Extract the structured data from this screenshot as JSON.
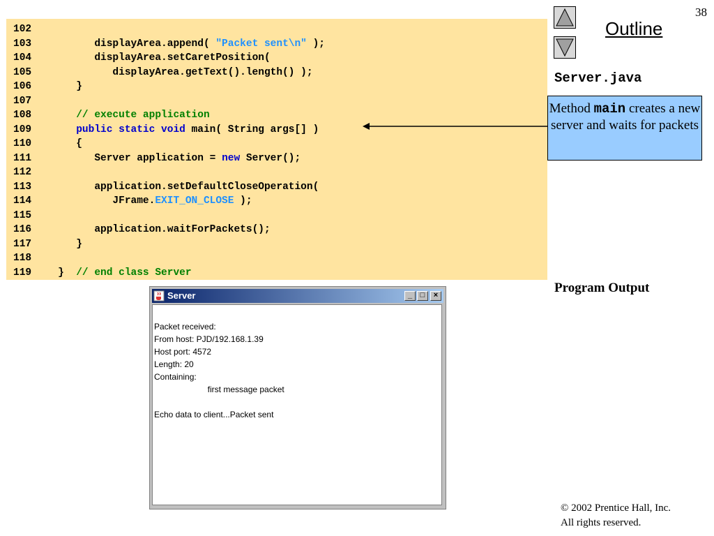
{
  "slide": {
    "page_number": "38",
    "outline_label": "Outline",
    "file_name": "Server.java",
    "program_output_label": "Program Output",
    "copyright_line1": "© 2002 Prentice Hall, Inc.",
    "copyright_line2": "All rights reserved."
  },
  "callout": {
    "text_before": "Method ",
    "code": "main",
    "text_after": " creates a new server and waits for packets"
  },
  "code_lines": [
    {
      "num": "102",
      "indent": "",
      "parts": []
    },
    {
      "num": "103",
      "indent": "         ",
      "parts": [
        {
          "t": "n",
          "s": "displayArea.append( "
        },
        {
          "t": "st",
          "s": "\"Packet sent\\n\""
        },
        {
          "t": "n",
          "s": " );"
        }
      ]
    },
    {
      "num": "104",
      "indent": "         ",
      "parts": [
        {
          "t": "n",
          "s": "displayArea.setCaretPosition("
        }
      ]
    },
    {
      "num": "105",
      "indent": "            ",
      "parts": [
        {
          "t": "n",
          "s": "displayArea.getText().length() );"
        }
      ]
    },
    {
      "num": "106",
      "indent": "      ",
      "parts": [
        {
          "t": "n",
          "s": "}"
        }
      ]
    },
    {
      "num": "107",
      "indent": "",
      "parts": []
    },
    {
      "num": "108",
      "indent": "      ",
      "parts": [
        {
          "t": "cm",
          "s": "// execute application"
        }
      ]
    },
    {
      "num": "109",
      "indent": "      ",
      "parts": [
        {
          "t": "kw",
          "s": "public static void"
        },
        {
          "t": "n",
          "s": " main( String args[] )"
        }
      ]
    },
    {
      "num": "110",
      "indent": "      ",
      "parts": [
        {
          "t": "n",
          "s": "{"
        }
      ]
    },
    {
      "num": "111",
      "indent": "         ",
      "parts": [
        {
          "t": "n",
          "s": "Server application = "
        },
        {
          "t": "kw",
          "s": "new"
        },
        {
          "t": "n",
          "s": " Server();"
        }
      ]
    },
    {
      "num": "112",
      "indent": "",
      "parts": []
    },
    {
      "num": "113",
      "indent": "         ",
      "parts": [
        {
          "t": "n",
          "s": "application.setDefaultCloseOperation("
        }
      ]
    },
    {
      "num": "114",
      "indent": "            ",
      "parts": [
        {
          "t": "n",
          "s": "JFrame."
        },
        {
          "t": "st",
          "s": "EXIT_ON_CLOSE"
        },
        {
          "t": "n",
          "s": " );"
        }
      ]
    },
    {
      "num": "115",
      "indent": "",
      "parts": []
    },
    {
      "num": "116",
      "indent": "         ",
      "parts": [
        {
          "t": "n",
          "s": "application.waitForPackets();"
        }
      ]
    },
    {
      "num": "117",
      "indent": "      ",
      "parts": [
        {
          "t": "n",
          "s": "}"
        }
      ]
    },
    {
      "num": "118",
      "indent": "",
      "parts": []
    },
    {
      "num": "119",
      "indent": "   ",
      "parts": [
        {
          "t": "n",
          "s": "}  "
        },
        {
          "t": "cm",
          "s": "// end class Server"
        }
      ]
    }
  ],
  "server_window": {
    "title": "Server",
    "minimize_label": "_",
    "maximize_label": "□",
    "close_label": "×",
    "output_lines": [
      "",
      "Packet received:",
      "From host: PJD/192.168.1.39",
      "Host port: 4572",
      "Length: 20",
      "Containing:",
      "                       first message packet",
      "",
      "Echo data to client...Packet sent"
    ]
  },
  "icons": {
    "nav_up": "triangle-up-icon",
    "nav_down": "triangle-down-icon",
    "app": "java-cup-icon"
  }
}
